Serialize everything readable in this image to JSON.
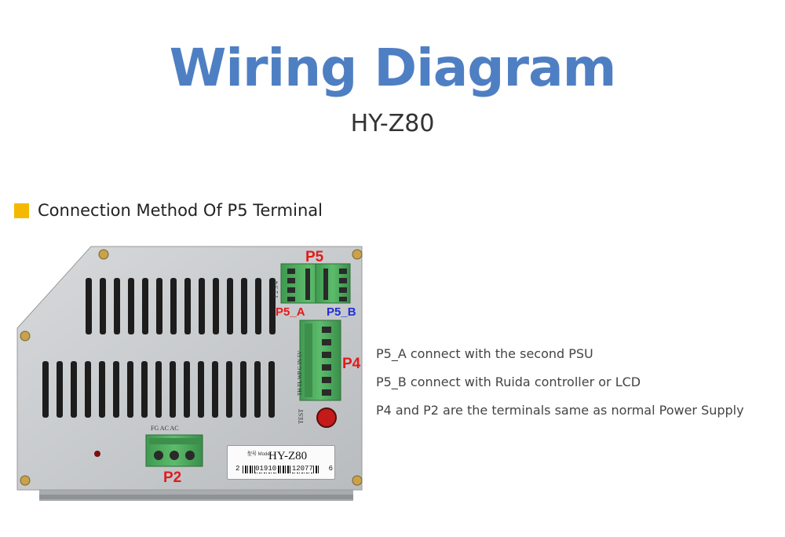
{
  "header": {
    "title": "Wiring Diagram",
    "subtitle": "HY-Z80"
  },
  "section": {
    "title": "Connection Method Of P5 Terminal",
    "marker_color": "#f5b800"
  },
  "device": {
    "terminal_labels": {
      "p5": "P5",
      "p5_a": "P5_A",
      "p5_b": "P5_B",
      "p4": "P4",
      "p2": "P2"
    },
    "model_plate": {
      "small_text": "型号 Model",
      "model": "HY-Z80",
      "serial_prefix": "2",
      "serial_digits": "01910",
      "serial_middle": "12077",
      "serial_suffix": "6"
    }
  },
  "notes": [
    "P5_A connect with the second PSU",
    "P5_B connect with Ruida controller or LCD",
    "P4 and P2 are the terminals same as normal Power Supply"
  ],
  "colors": {
    "title_blue": "#4f7fc3",
    "label_red": "#e21b1b",
    "label_blue": "#1f2fd8",
    "terminal_green": "#4aa35a"
  }
}
